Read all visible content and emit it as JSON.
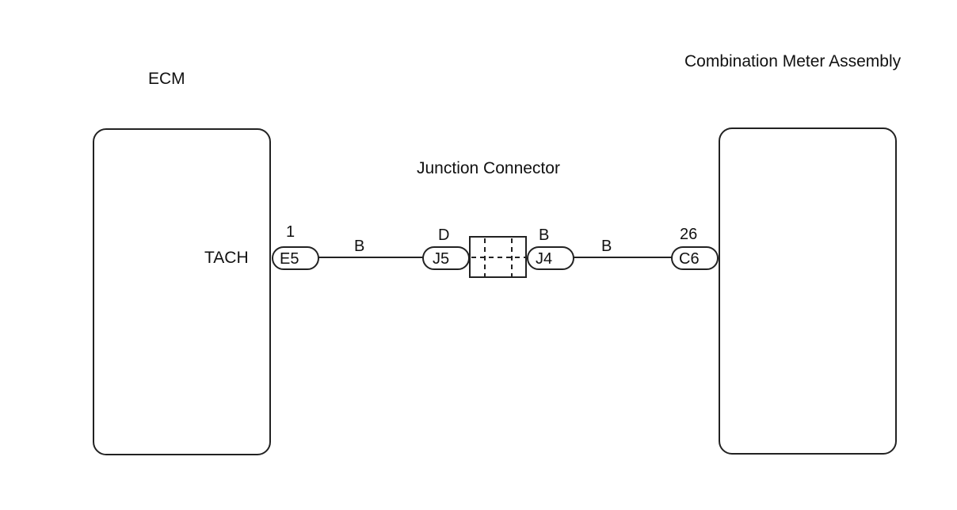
{
  "components": {
    "ecm": {
      "title": "ECM",
      "pin_label": "TACH"
    },
    "meter": {
      "title": "Combination Meter Assembly"
    },
    "junction": {
      "title": "Junction Connector"
    }
  },
  "connectors": {
    "e5": {
      "code": "E5",
      "pin": "1"
    },
    "j5": {
      "code": "J5",
      "pin": "D"
    },
    "j4": {
      "code": "J4",
      "pin": "B"
    },
    "c6": {
      "code": "C6",
      "pin": "26"
    }
  },
  "wires": {
    "left": {
      "color_code": "B"
    },
    "right": {
      "color_code": "B"
    }
  }
}
